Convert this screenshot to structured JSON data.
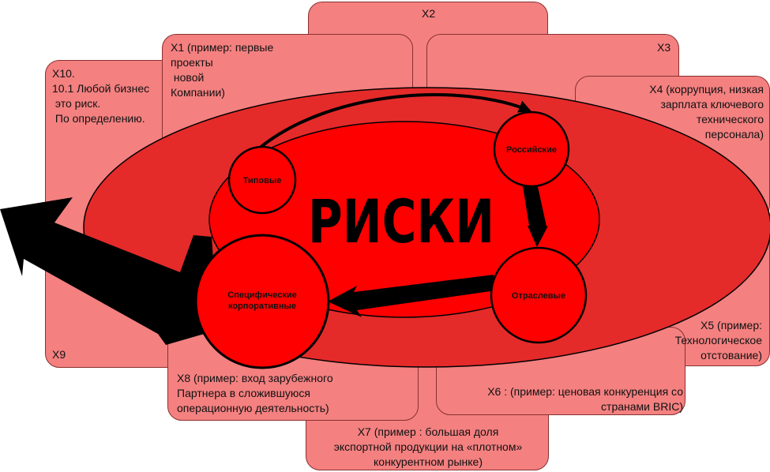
{
  "colors": {
    "box_fill": "#f48080",
    "box_border": "#8a3030",
    "outer_ellipse": "#e52a2a",
    "inner_ellipse": "#ff0000",
    "circle_fill": "#ff0000",
    "arrow": "#000000",
    "title": "#000000"
  },
  "title": "РИСКИ",
  "boxes": {
    "x1": "X1 (пример: первые\nпроекты\n новой\nКомпании)",
    "x2": "X2",
    "x3": "X3",
    "x4": "X4 (коррупция, низкая\nзарплата ключевого\nтехнического\nперсонала)",
    "x5": "X5 (пример:\nТехнологическое\nотстование)",
    "x6": "X6 : (пример: ценовая конкуренция со\nстранами BRIC)",
    "x7": "X7 (пример : большая доля\nэкспортной продукции на «плотном»\nконкурентном рынке)",
    "x8": "X8 (пример: вход зарубежного\nПартнера в сложившуюся\nоперационную деятельность)",
    "x9": "X9",
    "x10": "X10.\n10.1 Любой бизнес\n это риск.\n По определению."
  },
  "circles": {
    "typical": "Типовые",
    "russian": "Российские",
    "sectoral": "Отраслевые",
    "specific_line1": "Специфические",
    "specific_line2": "корпоративные"
  }
}
